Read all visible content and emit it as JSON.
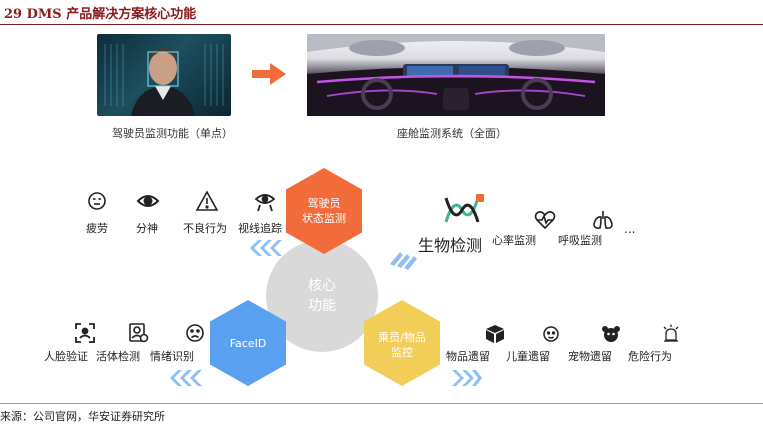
{
  "header": {
    "title": "29  DMS 产品解决方案核心功能"
  },
  "top": {
    "left_caption": "驾驶员监测功能（单点）",
    "right_caption": "座舱监测系统（全面）"
  },
  "center": {
    "label_line1": "核心",
    "label_line2": "功能"
  },
  "hexagons": {
    "driver_line1": "驾驶员",
    "driver_line2": "状态监测",
    "faceid": "FaceID",
    "passenger_line1": "乘员/物品",
    "passenger_line2": "监控"
  },
  "driver_features": [
    "疲劳",
    "分神",
    "不良行为",
    "视线追踪"
  ],
  "bio": {
    "title": "生物检测",
    "items": [
      "心率监测",
      "呼吸监测"
    ],
    "ellipsis": "..."
  },
  "faceid_features": [
    "人脸验证",
    "活体检测",
    "情绪识别"
  ],
  "passenger_features": [
    "物品遗留",
    "儿童遗留",
    "宠物遗留",
    "危险行为"
  ],
  "footer": {
    "source": "来源：公司官网，华安证券研究所"
  },
  "colors": {
    "header": "#8b1a1a",
    "hex_orange": "#f26b3a",
    "hex_blue": "#5aa1f2",
    "hex_yellow": "#f2cd58",
    "center_gray": "#d9d9d9",
    "arrow_blue": "#8fbff2",
    "arrow_orange": "#f26b3a"
  }
}
